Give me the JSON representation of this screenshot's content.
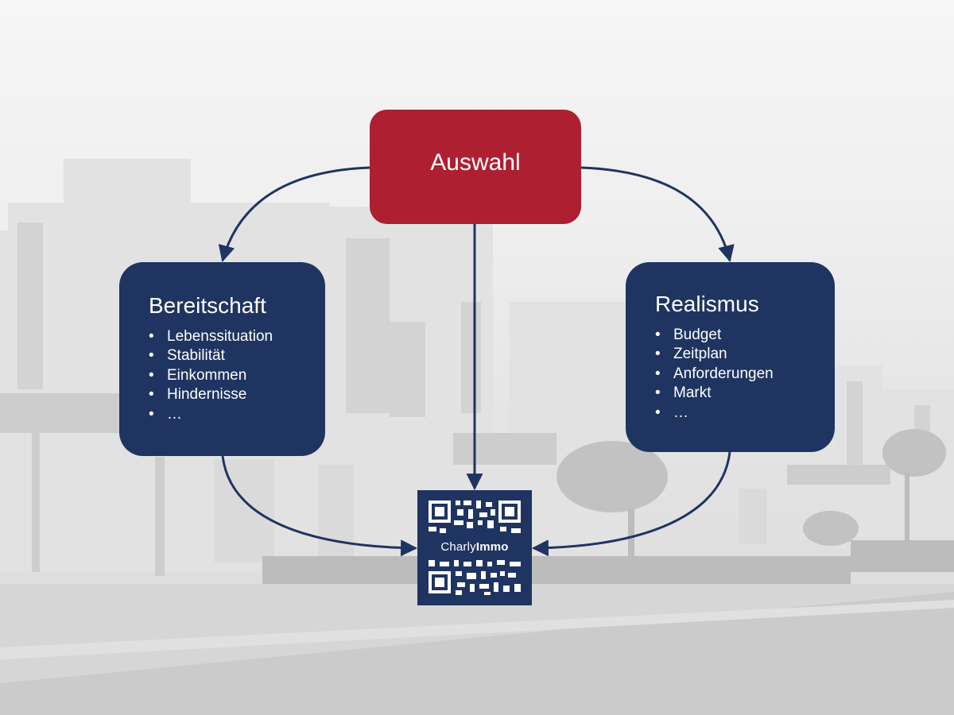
{
  "colors": {
    "navy": "#1f3461",
    "red": "#ae1f32",
    "white": "#ffffff"
  },
  "top_node": {
    "title": "Auswahl"
  },
  "left_node": {
    "title": "Bereitschaft",
    "items": [
      "Lebenssituation",
      "Stabilität",
      "Einkommen",
      "Hindernisse",
      "…"
    ]
  },
  "right_node": {
    "title": "Realismus",
    "items": [
      "Budget",
      "Zeitplan",
      "Anforderungen",
      "Markt",
      "…"
    ]
  },
  "qr_badge": {
    "logo_part1": "Charly",
    "logo_part2": "Immo"
  }
}
